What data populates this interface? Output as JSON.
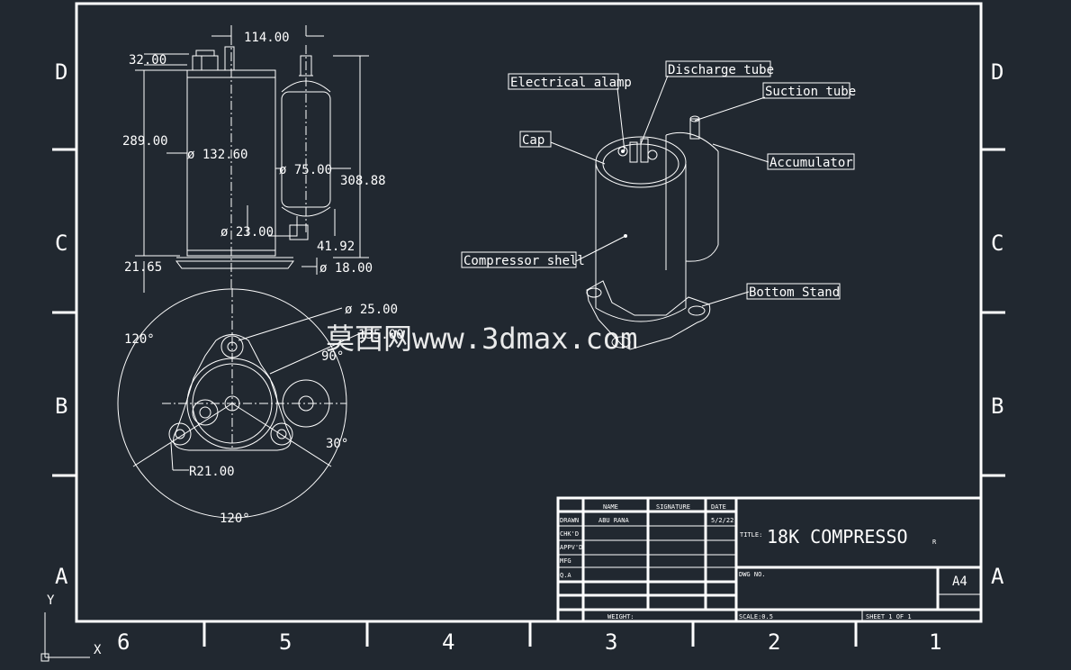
{
  "zones": {
    "rows": [
      "D",
      "C",
      "B",
      "A"
    ],
    "cols": [
      "6",
      "5",
      "4",
      "3",
      "2",
      "1"
    ]
  },
  "dimensions": {
    "d32": "32.00",
    "d114": "114.00",
    "d289": "289.00",
    "d132": "ø 132.60",
    "d75": "ø 75.00",
    "d308": "308.88",
    "d23": "ø 23.00",
    "d4192": "41.92",
    "d2165": "21.65",
    "d18": "ø 18.00",
    "d25": "ø 25.00",
    "d135": "135.00",
    "a120a": "120°",
    "a90": "90°",
    "a30": "30°",
    "r21": "R21.00",
    "a120b": "120°"
  },
  "callouts": {
    "electrical": "Electrical alamp",
    "discharge": "Discharge tube",
    "suction": "Suction tube",
    "cap": "Cap",
    "accumulator": "Accumulator",
    "shell": "Compressor shell",
    "stand": "Bottom Stand"
  },
  "watermark": "莫西网www.3dmax.com",
  "title_block": {
    "headers": {
      "name": "NAME",
      "signature": "SIGNATURE",
      "date": "DATE"
    },
    "rows": {
      "drawn": "DRAWN",
      "chkd": "CHK'D",
      "appvd": "APPV'D",
      "mfg": "MFG",
      "qa": "Q.A"
    },
    "drawn_name": "ABU RANA",
    "drawn_date": "5/2/22",
    "title_label": "TITLE:",
    "title": "18K COMPRESSO",
    "title_suffix": "R",
    "dwg_label": "DWG NO.",
    "size": "A4",
    "weight_label": "WEIGHT:",
    "scale": "SCALE:0.5",
    "sheet": "SHEET 1 OF 1"
  },
  "ucs": {
    "x": "X",
    "y": "Y"
  }
}
